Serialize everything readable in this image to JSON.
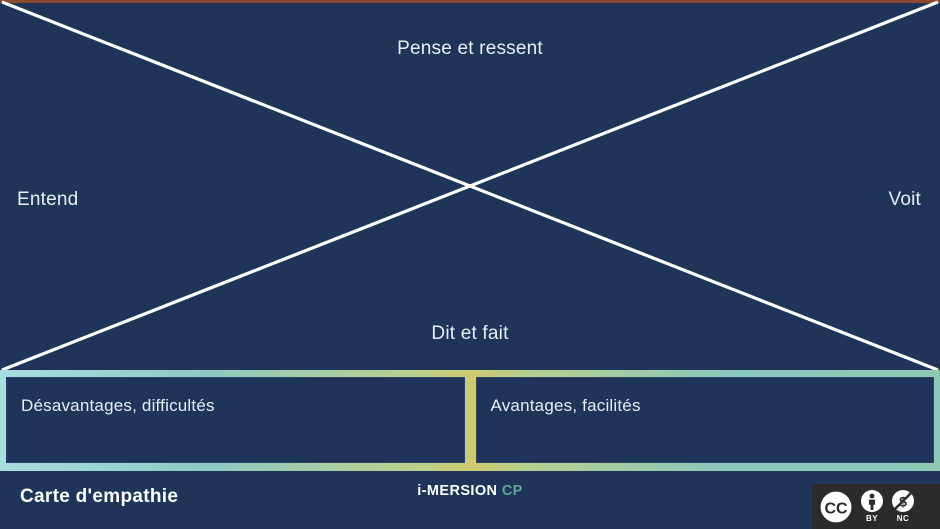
{
  "slide": {
    "title": "Carte d'empathie",
    "background_color": "#1e3459",
    "top_rule_color": "#8a4a2e"
  },
  "empathy_map": {
    "quadrants": [
      {
        "key": "think",
        "label": "Pense et ressent",
        "position": "top"
      },
      {
        "key": "see",
        "label": "Voit",
        "position": "right"
      },
      {
        "key": "say",
        "label": "Dit et fait",
        "position": "bottom"
      },
      {
        "key": "hear",
        "label": "Entend",
        "position": "left"
      }
    ],
    "divider_color": "#ffffff"
  },
  "boxes": [
    {
      "key": "pains",
      "label": "Désavantages, difficultés"
    },
    {
      "key": "gains",
      "label": "Avantages, facilités"
    }
  ],
  "box_frame": {
    "gradient_start": "#a9dde1",
    "gradient_mid": "#cfc96f",
    "gradient_end": "#8fc9b6"
  },
  "footer": {
    "title": "Carte d'empathie",
    "brand_main": "i-MERSION",
    "brand_sub": "CP",
    "brand_sub_color": "#5fa890"
  },
  "license": {
    "mark": "CC",
    "terms": [
      {
        "icon": "person-icon",
        "caption": "BY"
      },
      {
        "icon": "no-money-icon",
        "caption": "NC"
      }
    ],
    "background_color": "#2b2b2b"
  }
}
